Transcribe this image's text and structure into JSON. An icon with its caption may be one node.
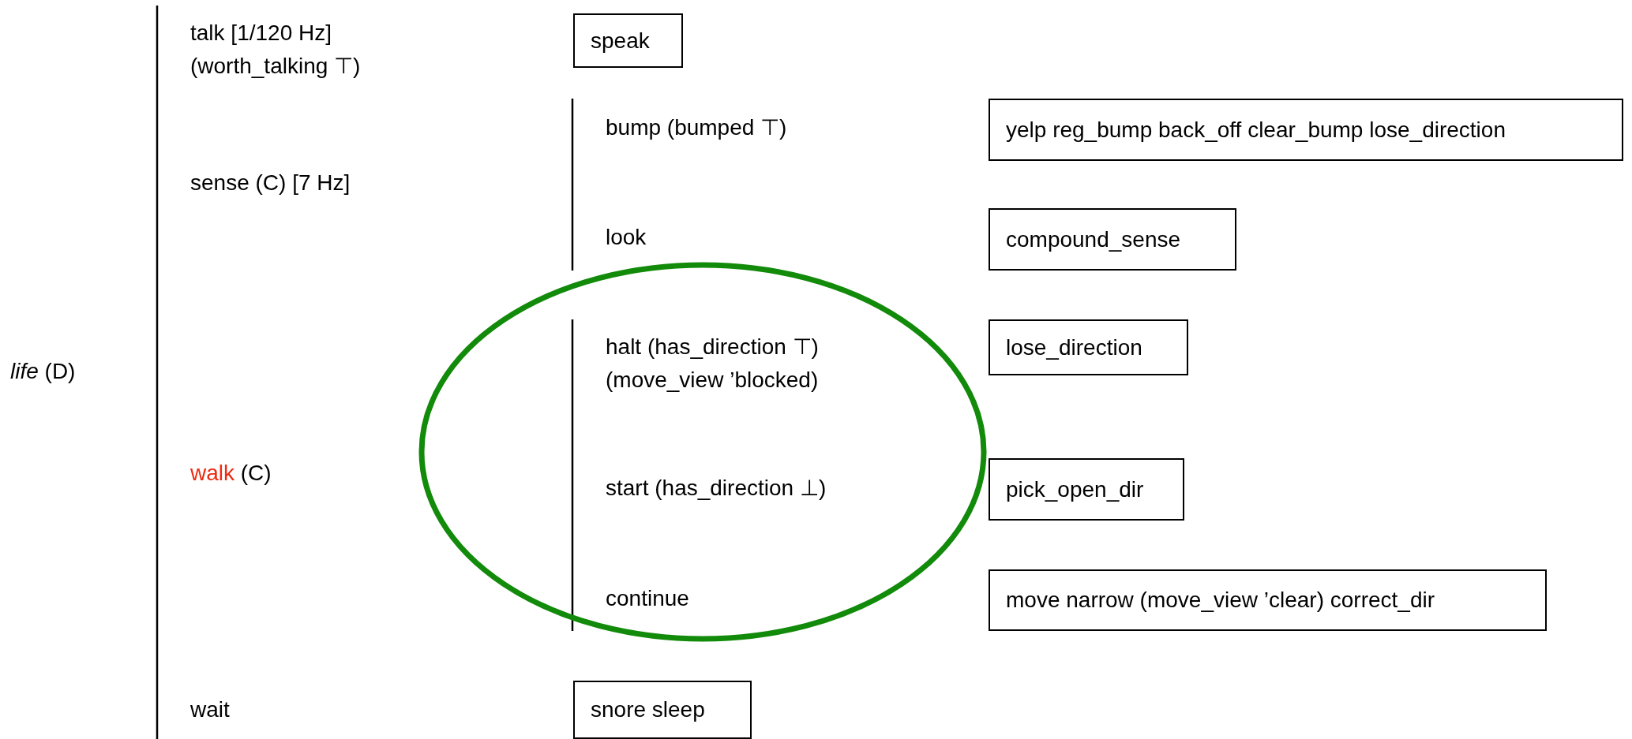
{
  "diagram": {
    "nodes": [
      {
        "text": [
          "speak"
        ]
      },
      {
        "text": [
          "yelp reg_bump back_off clear_bump lose_direction"
        ]
      },
      {
        "text": [
          "compound_sense"
        ]
      },
      {
        "text": [
          "lose_direction"
        ]
      },
      {
        "text": [
          "pick_open_dir"
        ]
      },
      {
        "text": [
          "move narrow (move_view ’clear) correct_dir"
        ]
      },
      {
        "text": [
          "snore sleep"
        ]
      }
    ],
    "labels": [
      "*life* (D)",
      "talk [1/120 Hz] (worth_talking ⊤)",
      "bump (bumped ⊤)",
      "sense (C) [7 Hz]",
      "look",
      "halt (has_direction ⊤) (move_view ’blocked)",
      "walk (C)",
      "start (has_direction ⊥)",
      "continue",
      "wait"
    ]
  }
}
